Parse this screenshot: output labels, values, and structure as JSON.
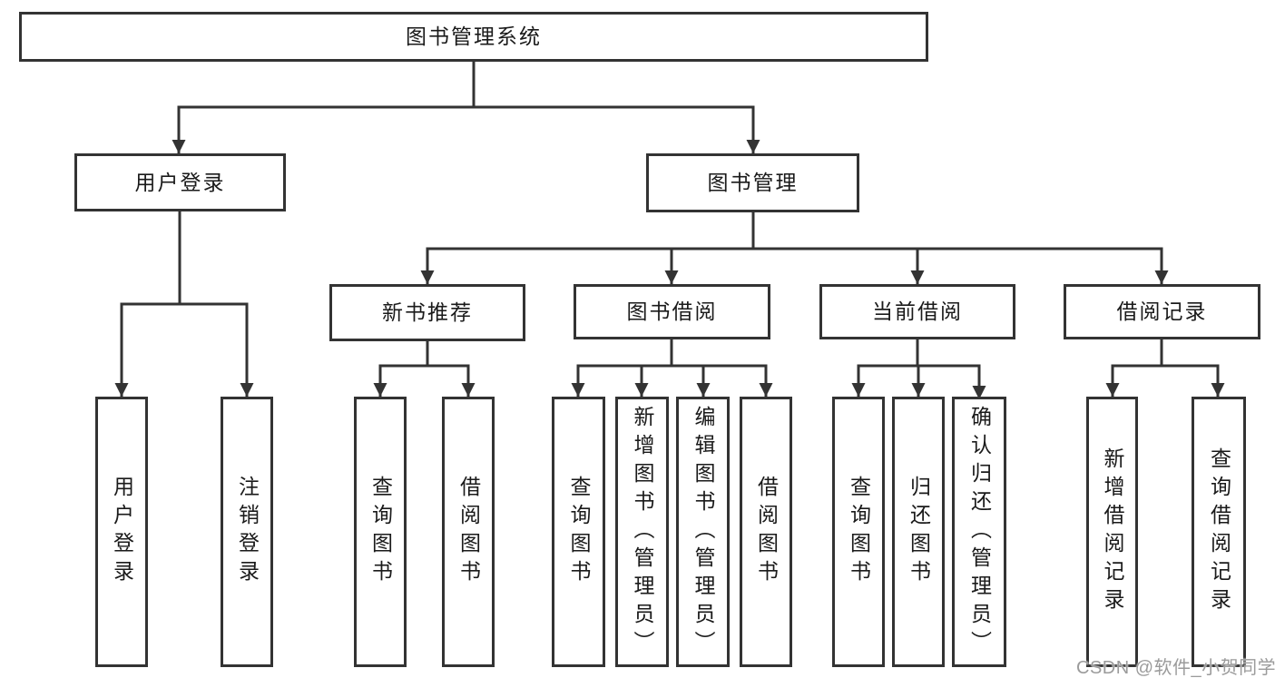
{
  "colors": {
    "line": "#333333",
    "text": "#1a1a1a",
    "watermark": "#9b9b9b",
    "bg": "#ffffff"
  },
  "watermark": "CSDN @软件_小贺同学",
  "tree": {
    "root": {
      "label": "图书管理系统"
    },
    "user_login": {
      "label": "用户登录",
      "children": {
        "login": "用户登录",
        "logout": "注销登录"
      }
    },
    "book_mgmt": {
      "label": "图书管理",
      "new_book_rec": {
        "label": "新书推荐",
        "children": {
          "query_book": "查询图书",
          "borrow_book": "借阅图书"
        }
      },
      "book_borrow": {
        "label": "图书借阅",
        "children": {
          "query_book": "查询图书",
          "add_book": "新增图书（管理员）",
          "edit_book": "编辑图书（管理员）",
          "borrow_book": "借阅图书"
        }
      },
      "current_borrow": {
        "label": "当前借阅",
        "children": {
          "query_book": "查询图书",
          "return_book": "归还图书",
          "confirm_return": "确认归还（管理员）"
        }
      },
      "borrow_records": {
        "label": "借阅记录",
        "children": {
          "add_record": "新增借阅记录",
          "query_record": "查询借阅记录"
        }
      }
    }
  }
}
